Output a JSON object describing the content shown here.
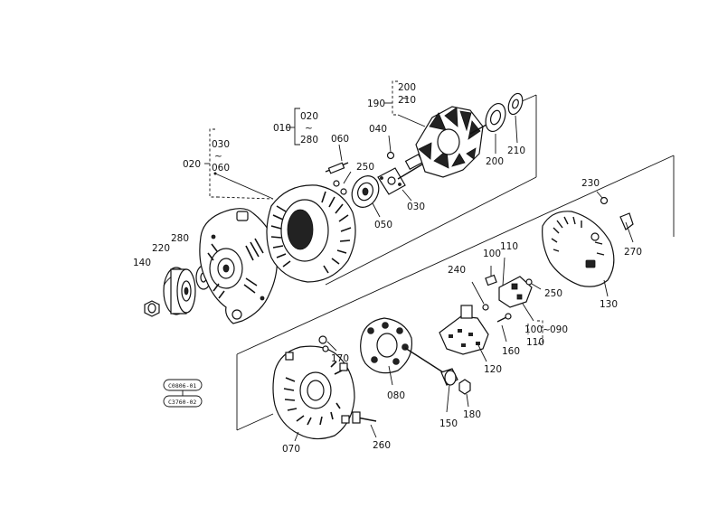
{
  "labels": {
    "p010": "010",
    "p020_top": "020",
    "p280_range": "280",
    "p020_left": "020",
    "p030_a": "030",
    "p060_a": "060",
    "p060_b": "060",
    "p040": "040",
    "p190": "190",
    "p200_a": "200",
    "p210_a": "210",
    "p200_b": "200",
    "p210_b": "210",
    "p250_a": "250",
    "p050": "050",
    "p030_b": "030",
    "p140": "140",
    "p220": "220",
    "p280": "280",
    "p230": "230",
    "p270": "270",
    "p100_a": "100",
    "p110_a": "110",
    "p240": "240",
    "p250_b": "250",
    "p130": "130",
    "p100_b": "100",
    "p090": "090",
    "p110_b": "110",
    "p160": "160",
    "p120": "120",
    "p170": "170",
    "p080": "080",
    "p150": "150",
    "p180": "180",
    "p070": "070",
    "p260": "260",
    "ref1": "C0806-01",
    "ref2": "C3760-02"
  }
}
